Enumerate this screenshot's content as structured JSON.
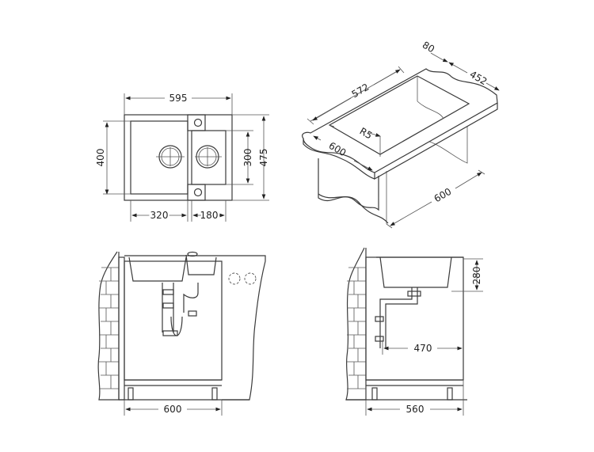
{
  "plan_view": {
    "overall_width": "595",
    "bowl_depth_main": "400",
    "bowl_depth_small": "300",
    "overall_depth": "475",
    "main_bowl_width": "320",
    "small_bowl_width": "180"
  },
  "cutout_view": {
    "backsplash_offset": "80",
    "cutout_depth": "452",
    "cutout_length": "572",
    "corner_radius": "R5",
    "worktop_depth": "600",
    "cabinet_width": "600"
  },
  "front_section": {
    "cabinet_width": "600"
  },
  "side_section": {
    "sink_height": "280",
    "drain_offset": "470",
    "cabinet_depth": "560"
  },
  "colors": {
    "line": "#3a3a3a",
    "background": "#ffffff"
  }
}
